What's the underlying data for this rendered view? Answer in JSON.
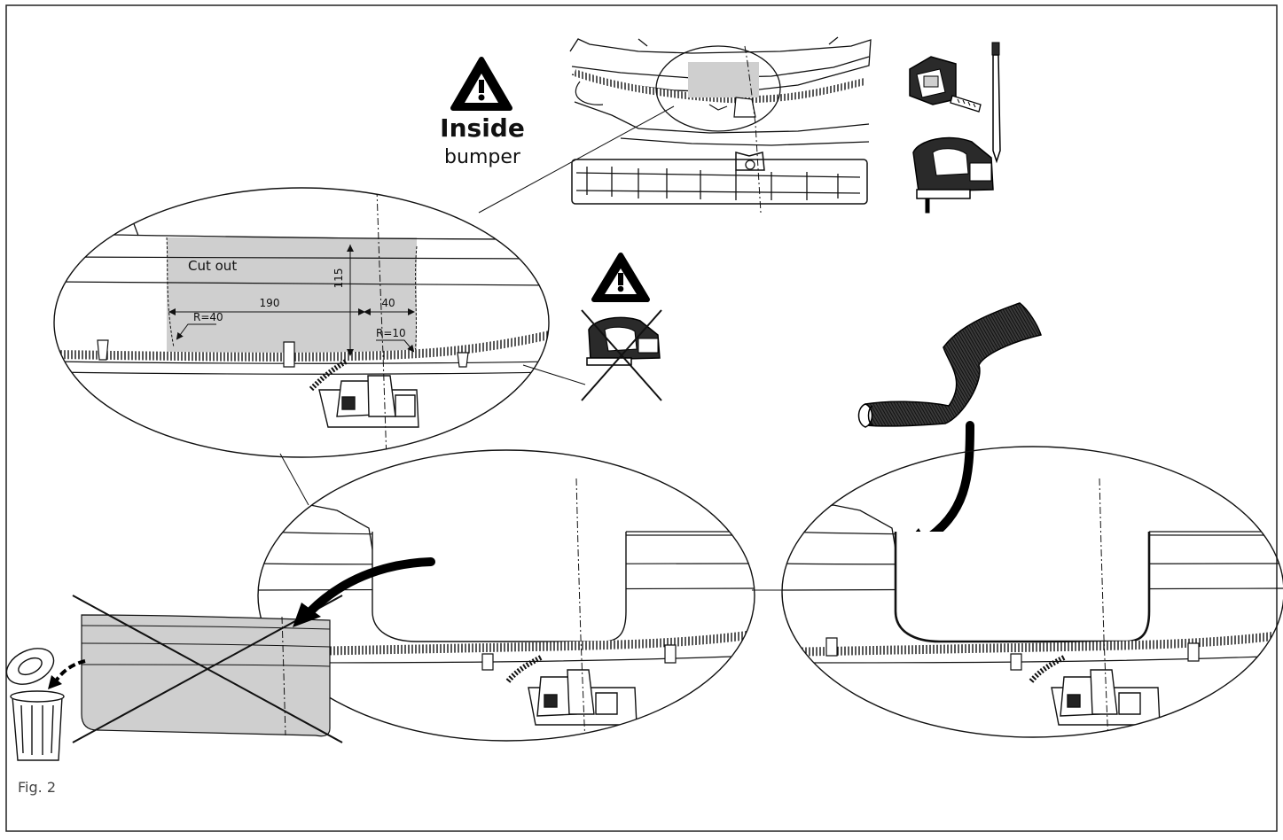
{
  "header": {
    "warning_title": "Inside",
    "warning_subtitle": "bumper"
  },
  "detail": {
    "cut_label": "Cut out",
    "dim_width": "190",
    "dim_height": "115",
    "dim_offset": "40",
    "radius_left": "R=40",
    "radius_right": "R=10"
  },
  "figure": {
    "label": "Fig. 2"
  },
  "icons": [
    "warning-icon",
    "tape-measure-icon",
    "scriber-icon",
    "jigsaw-icon",
    "no-jigsaw-icon",
    "edge-trim-icon",
    "trash-bin-icon"
  ],
  "colors": {
    "line": "#1a1a1a",
    "cutout_fill": "#cfcfcf",
    "frame": "#222222"
  }
}
